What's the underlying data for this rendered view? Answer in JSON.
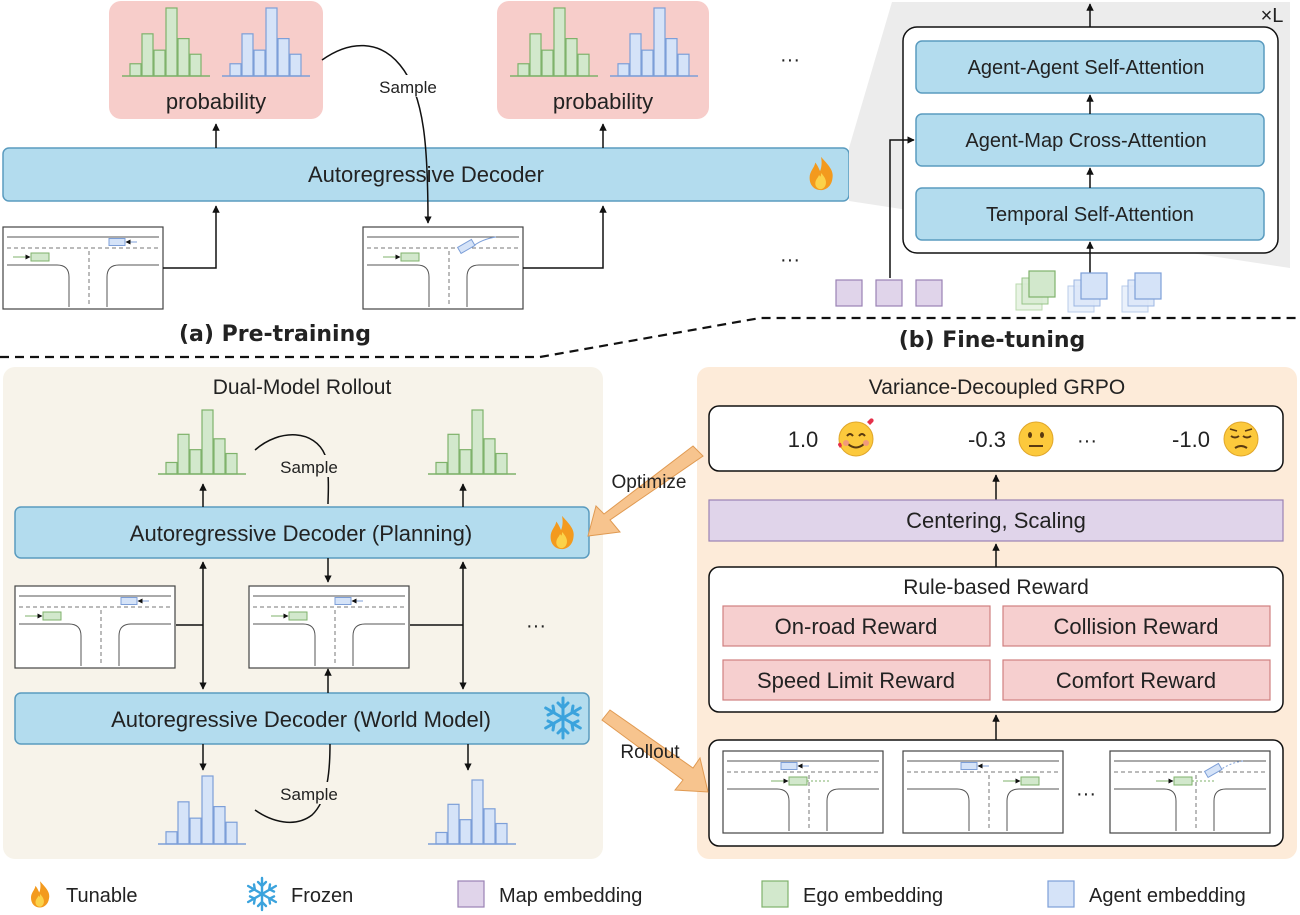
{
  "pretraining": {
    "prob_label": "probability",
    "sample_label": "Sample",
    "decoder_label": "Autoregressive Decoder",
    "ellipsis": "···",
    "caption": "(a) Pre-training"
  },
  "finetuning_block": {
    "repeat_label": "×L",
    "layers": [
      "Agent-Agent Self-Attention",
      "Agent-Map Cross-Attention",
      "Temporal Self-Attention"
    ],
    "caption": "(b) Fine-tuning"
  },
  "rollout": {
    "title": "Dual-Model Rollout",
    "sample_label": "Sample",
    "planning_decoder_label": "Autoregressive Decoder (Planning)",
    "world_decoder_label": "Autoregressive Decoder (World Model)",
    "ellipsis": "···"
  },
  "grpo": {
    "title": "Variance-Decoupled GRPO",
    "scores": [
      "1.0",
      "-0.3",
      "-1.0"
    ],
    "ellipsis": "···",
    "normalize_label": "Centering, Scaling",
    "reward_title": "Rule-based Reward",
    "rewards": [
      "On-road Reward",
      "Collision Reward",
      "Speed Limit Reward",
      "Comfort Reward"
    ],
    "optimize_label": "Optimize",
    "rollout_label": "Rollout"
  },
  "legend": {
    "items": [
      "Tunable",
      "Frozen",
      "Map embedding",
      "Ego embedding",
      "Agent embedding"
    ]
  },
  "colors": {
    "decoder_fill": "#b3dcee",
    "decoder_stroke": "#5a9bbf",
    "prob_panel": "#f7cdca",
    "ego_green": "#d2e8cc",
    "ego_stroke": "#7fb26b",
    "agent_blue": "#d5e3f8",
    "agent_stroke": "#7d9fd8",
    "map_purple": "#e0d4ea",
    "map_stroke": "#9a82b4",
    "rollout_bg": "#f7f3ea",
    "grpo_bg": "#fdebd9",
    "reward_fill": "#f6cfcf",
    "reward_stroke": "#d08080",
    "block_bg": "#ececec"
  }
}
